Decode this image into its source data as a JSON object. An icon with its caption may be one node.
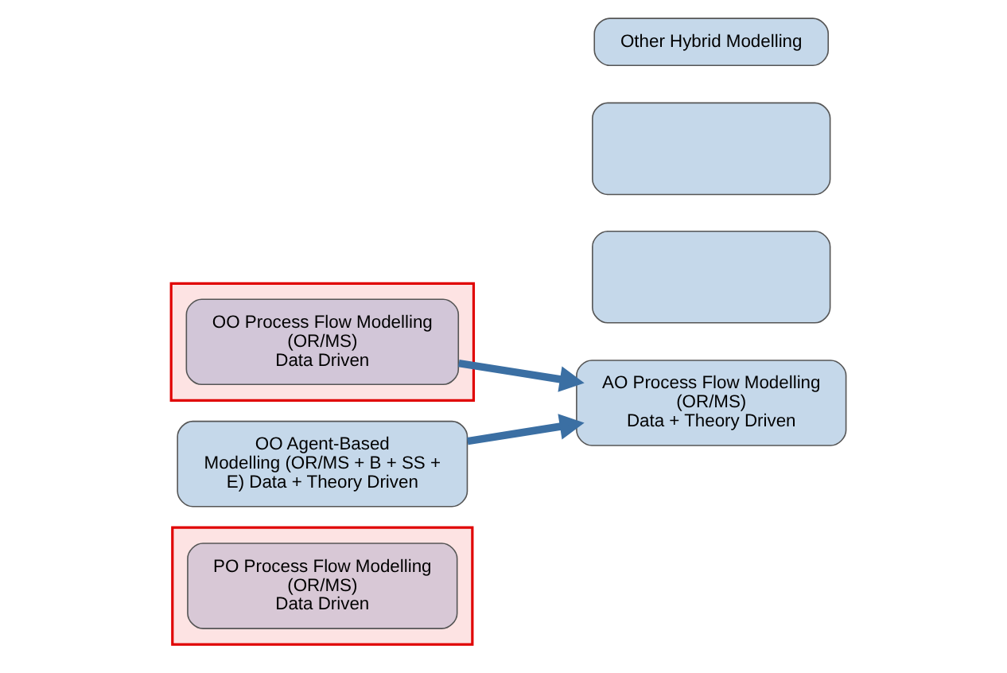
{
  "diagram": {
    "nodes": [
      {
        "text": [],
        "shape": "box"
      },
      {
        "text": [
          "PO Process Flow Modelling (OR/MS) Data Driven"
        ],
        "in": 0
      },
      {
        "text": [],
        "shape": "box"
      },
      {
        "text": [
          "OO Process Flow Modelling (OR/MS) Data Driven"
        ],
        "in": 2
      },
      {
        "text": [
          "OO Agent-Based Modelling (OR/MS + B + SS + E) Data + Theory Driven"
        ]
      },
      {
        "text": [
          "AO Process Flow Modelling (OR/MS) Data + Theory Driven"
        ]
      },
      {
        "text": [],
        "shape": "oval"
      },
      {
        "text": [],
        "shape": "oval"
      },
      {
        "text": [
          "Other Hybrid Modelling"
        ]
      }
    ],
    "edges": [
      {
        "from": 3,
        "to": 5,
        "arrow": "to"
      },
      {
        "from": 4,
        "to": 5,
        "arrow": "to"
      }
    ]
  }
}
